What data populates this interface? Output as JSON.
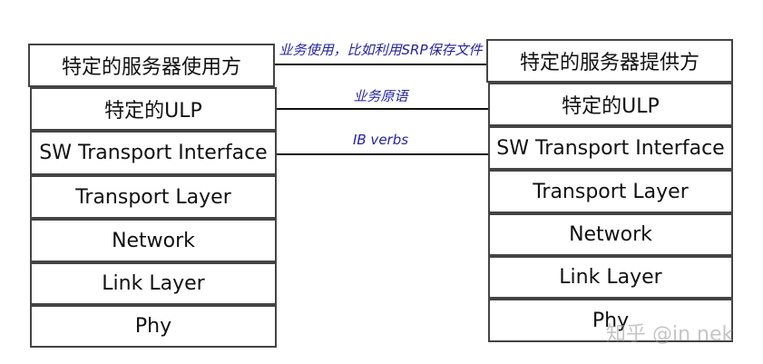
{
  "left_stack": {
    "layers": [
      "特定的服务器使用方",
      "特定的ULP",
      "SW Transport Interface",
      "Transport Layer",
      "Network",
      "Link Layer",
      "Phy"
    ]
  },
  "right_stack": {
    "layers": [
      "特定的服务器提供方",
      "特定的ULP",
      "SW Transport Interface",
      "Transport Layer",
      "Network",
      "Link Layer",
      "Phy"
    ]
  },
  "links": [
    {
      "label": "业务使用，比如利用SRP保存文件"
    },
    {
      "label": "业务原语"
    },
    {
      "label": "IB verbs"
    }
  ],
  "watermark": "知乎 @in nek",
  "colors": {
    "border": "#444444",
    "label": "#2222aa",
    "line": "#111111"
  }
}
